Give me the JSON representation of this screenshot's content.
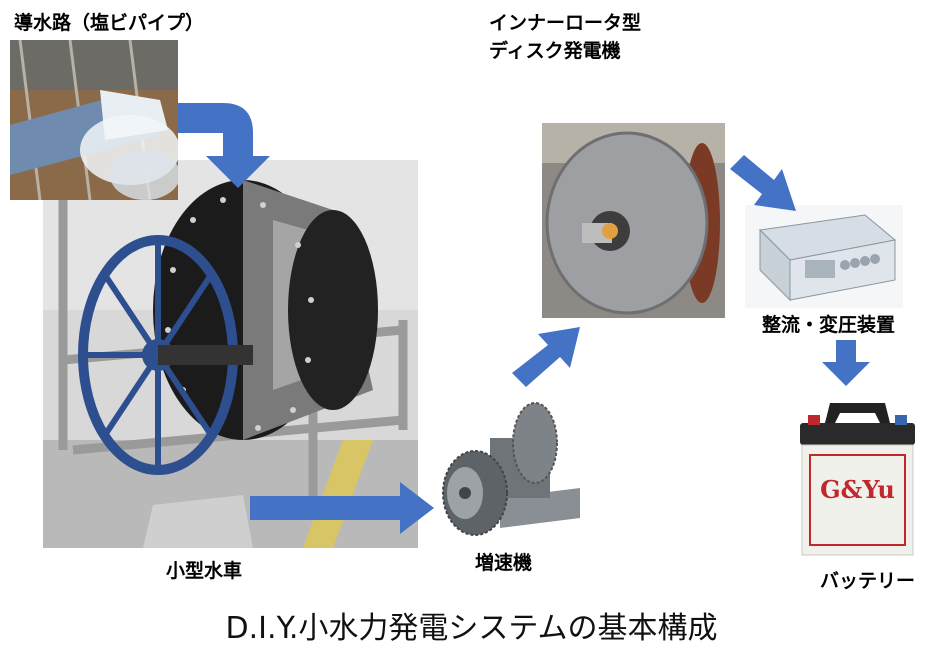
{
  "labels": {
    "conduit": "導水路（塩ビパイプ）",
    "generator_line1": "インナーロータ型",
    "generator_line2": "ディスク発電機",
    "rectifier": "整流・変圧装置",
    "waterwheel": "小型水車",
    "gearbox": "増速機",
    "battery": "バッテリー"
  },
  "battery_brand": "G&Yu",
  "caption": "D.I.Y.小水力発電システムの基本構成",
  "colors": {
    "arrow": "#4472c4",
    "wheel_blue": "#2e4f8f",
    "battery_red": "#c0282d"
  }
}
